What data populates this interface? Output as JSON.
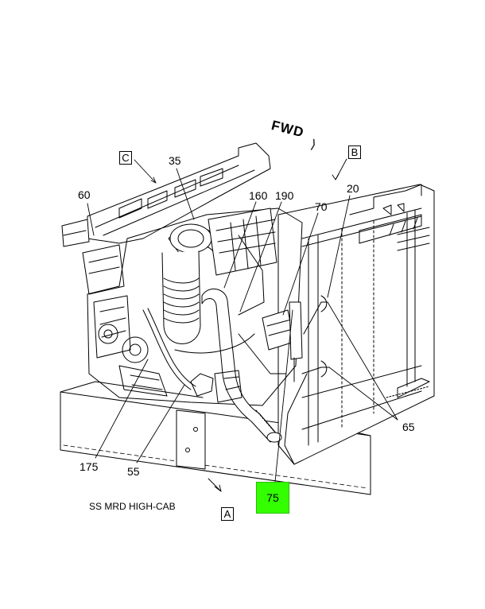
{
  "figure": {
    "direction_label": "FWD",
    "caption": "SS MRD HIGH-CAB",
    "highlight_color": "#33ff00",
    "view_labels": [
      "C",
      "B",
      "A"
    ],
    "callouts": [
      "35",
      "60",
      "160",
      "190",
      "70",
      "20",
      "65",
      "175",
      "55",
      "75"
    ]
  }
}
